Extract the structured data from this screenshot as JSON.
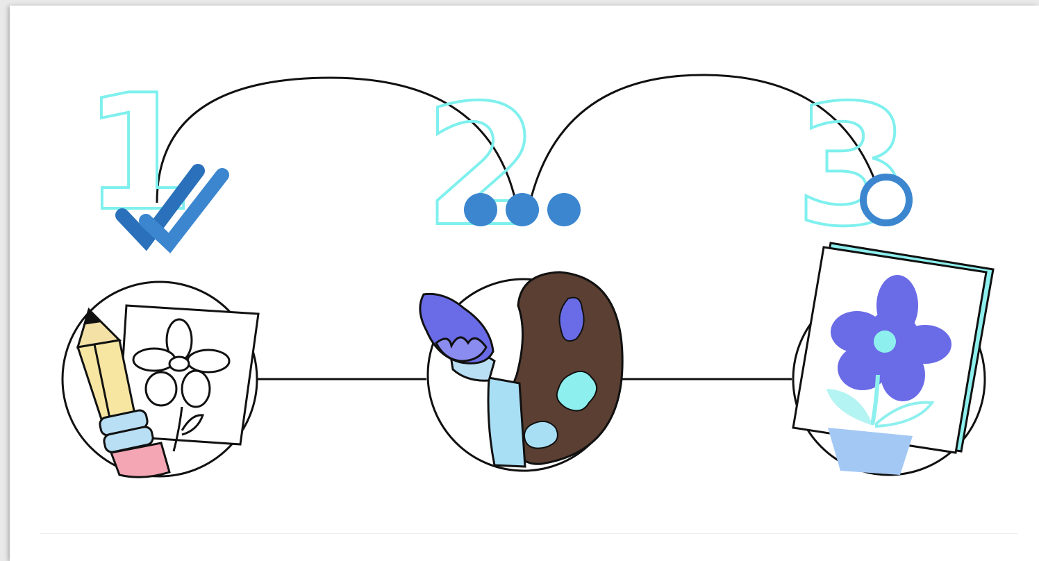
{
  "steps": [
    {
      "number": "1",
      "status_icon": "double-check-icon",
      "illustration": "pencil-sketch-icon"
    },
    {
      "number": "2",
      "status_icon": "ellipsis-icon",
      "illustration": "paintbrush-palette-icon"
    },
    {
      "number": "3",
      "status_icon": "empty-circle-icon",
      "illustration": "finished-painting-icon"
    }
  ],
  "colors": {
    "digit_outline": "#7ff0ee",
    "status_blue": "#3b86cf",
    "status_blue_dark": "#2a70ba",
    "ink": "#111111",
    "brush_violet": "#6a6be6",
    "palette_brown": "#5a3f32",
    "aqua": "#8ef0ee",
    "light_blue": "#a9dff5",
    "pot_blue": "#a3c8f4"
  }
}
